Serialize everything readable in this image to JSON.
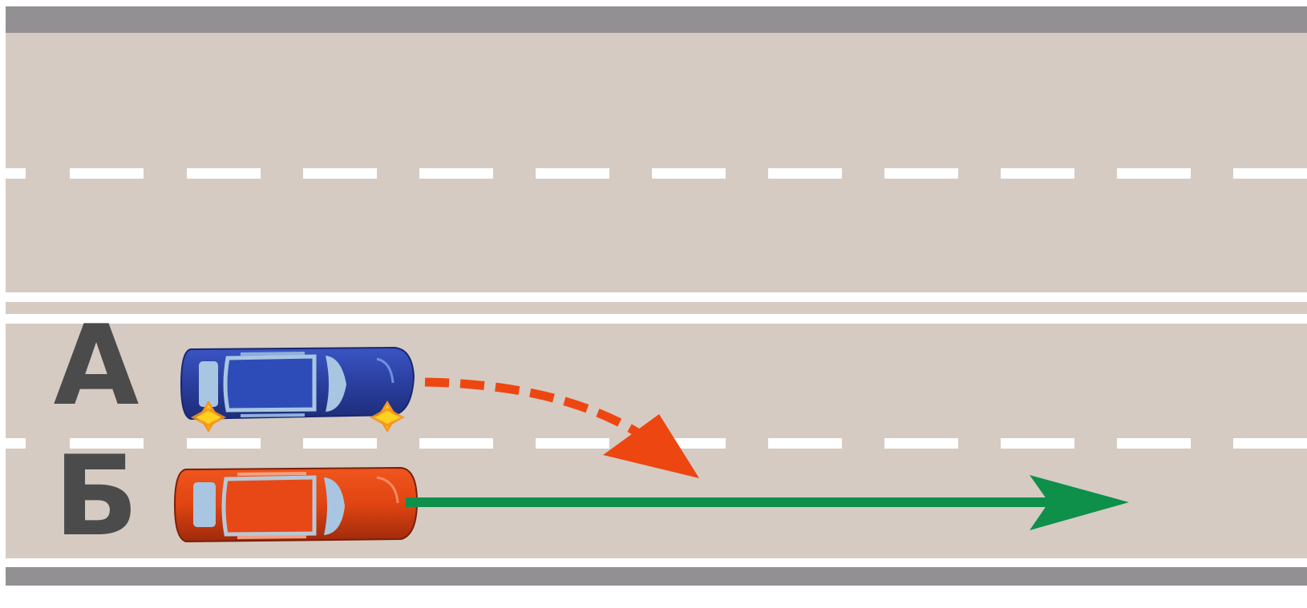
{
  "diagram": {
    "labels": {
      "car_a": "А",
      "car_b": "Б"
    },
    "colors": {
      "road_surface": "#d5cbc3",
      "curb": "#929092",
      "lane_marking": "#ffffff",
      "car_a_body": "#2f46a8",
      "car_b_body": "#e64a19",
      "turn_signal": "#ffd21f",
      "lane_change_arrow": "#ee4611",
      "straight_arrow": "#0e8f4a",
      "label_text": "#4b4b4b"
    },
    "icons": {
      "car_a": "blue-car-icon",
      "car_b": "red-car-icon",
      "hazard_lights": "hazard-light-icon",
      "car_a_path": "dashed-curved-arrow",
      "car_b_path": "straight-arrow"
    }
  }
}
